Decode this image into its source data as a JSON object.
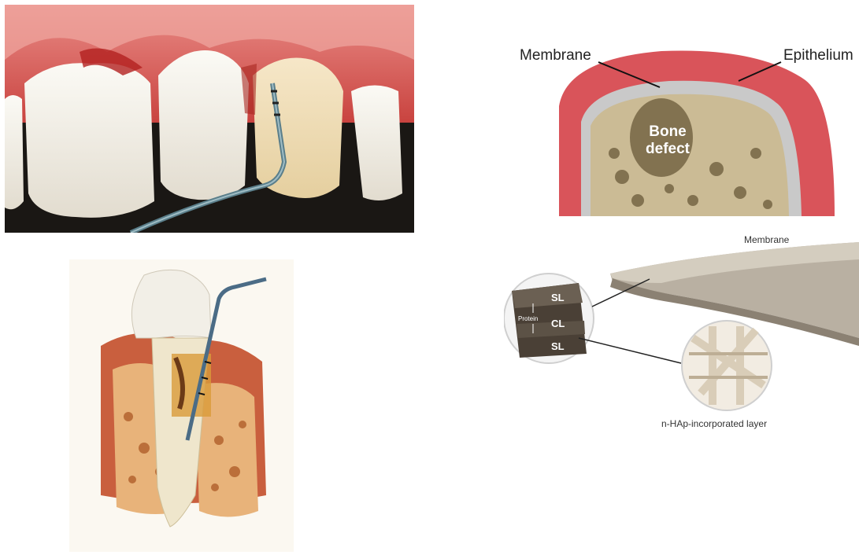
{
  "defect_panel": {
    "label_membrane": "Membrane",
    "label_epithelium": "Epithelium",
    "label_bone_line1": "Bone",
    "label_bone_line2": "defect"
  },
  "layers_panel": {
    "label_membrane": "Membrane",
    "label_protein": "Protein",
    "layer_sl_top": "SL",
    "layer_cl": "CL",
    "layer_sl_bottom": "SL",
    "label_nhap": "n-HAp-incorporated layer"
  },
  "colors": {
    "gum": "#d9545a",
    "tooth": "#f5f2ea",
    "bone": "#cbbb95",
    "membrane_surface": "#b9b0a2",
    "probe": "#5a7e8a"
  }
}
